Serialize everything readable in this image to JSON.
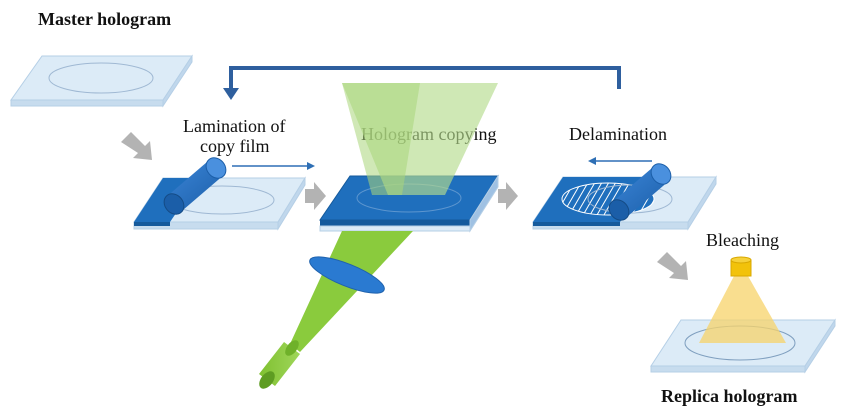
{
  "labels": {
    "master": "Master hologram",
    "lamination_line1": "Lamination of",
    "lamination_line2": "copy film",
    "copying": "Hologram copying",
    "delamination": "Delamination",
    "bleaching": "Bleaching",
    "replica": "Replica hologram"
  },
  "colors": {
    "glass_light": "#dcebf7",
    "glass_edge": "#b5cfe6",
    "film_blue": "#1f6fbd",
    "film_dark": "#155a9c",
    "roller_blue": "#2b73c5",
    "arrow_gray": "#b3b3b3",
    "feedback_arrow": "#2e5f9e",
    "beam_green_light": "#b6dc8e",
    "beam_green": "#8acb3d",
    "lens_blue": "#2a7ad1",
    "bleach_yellow": "#f7d36a",
    "bleach_lamp": "#f2c20a"
  },
  "icons": {
    "laser": "laser-source-icon",
    "lens": "lens-icon",
    "roller": "roller-icon",
    "lamp": "uv-lamp-icon"
  }
}
